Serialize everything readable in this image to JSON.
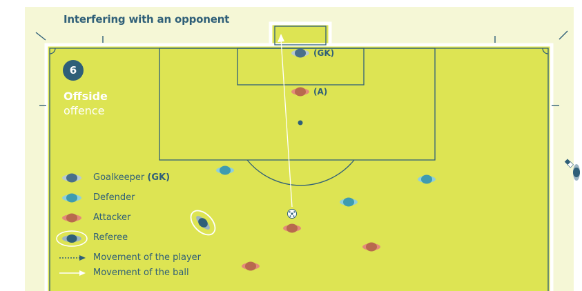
{
  "title": "Interfering with an opponent",
  "badge": "6",
  "heading": {
    "strong": "Offside",
    "light": "offence"
  },
  "tags": {
    "goalkeeper": "(GK)",
    "attacker": "(A)"
  },
  "legend": [
    {
      "icon": "goalkeeper-icon",
      "label": "Goalkeeper",
      "suffix": "(GK)"
    },
    {
      "icon": "defender-icon",
      "label": "Defender",
      "suffix": ""
    },
    {
      "icon": "attacker-icon",
      "label": "Attacker",
      "suffix": ""
    },
    {
      "icon": "referee-icon",
      "label": "Referee",
      "suffix": ""
    },
    {
      "icon": "dotted-arrow-icon",
      "label": "Movement of the player",
      "suffix": ""
    },
    {
      "icon": "solid-arrow-icon",
      "label": "Movement of the ball",
      "suffix": ""
    }
  ],
  "colors": {
    "background": "#f5f7d6",
    "pitch": "#dde453",
    "pitch_lines": "#2f5f78",
    "title": "#2f5f78",
    "goalkeeper": "#4a6f8a",
    "defender": "#3e9bb0",
    "attacker": "#b86a4e",
    "referee_ring": "#ffffff",
    "ball": "#ffffff"
  }
}
